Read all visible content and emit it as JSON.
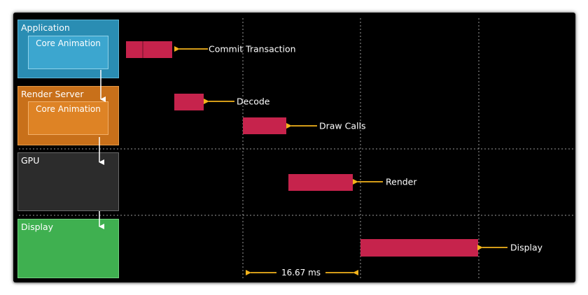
{
  "lanes": {
    "application": {
      "title": "Application",
      "inner": "Core Animation",
      "color": "#2a8db3"
    },
    "render_server": {
      "title": "Render Server",
      "inner": "Core Animation",
      "color": "#c8701a"
    },
    "gpu": {
      "title": "GPU",
      "color": "#2c2c2c"
    },
    "display": {
      "title": "Display",
      "color": "#3fb050"
    }
  },
  "stages": [
    {
      "label": "Commit Transaction"
    },
    {
      "label": "Decode"
    },
    {
      "label": "Draw Calls"
    },
    {
      "label": "Render"
    },
    {
      "label": "Display"
    }
  ],
  "frame_interval": {
    "label": "16.67 ms"
  },
  "colors": {
    "bar": "#c6234c",
    "arrow": "#f2b21b",
    "guide": "#9a9a9a"
  }
}
